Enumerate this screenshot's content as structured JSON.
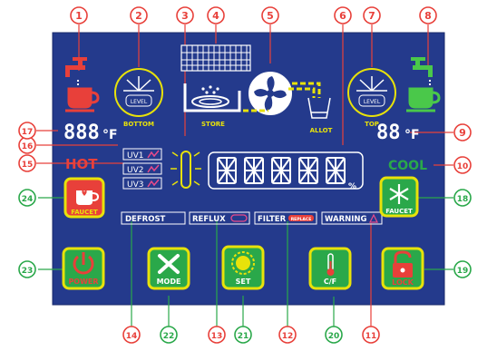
{
  "panel": {
    "bg": "#243a8c",
    "edge": "#1a2a6a"
  },
  "colors": {
    "red": "#e8403a",
    "green": "#2aa84a",
    "yellow": "#e8e20a",
    "white": "#ffffff",
    "pink": "#e84a8a"
  },
  "left_readout": {
    "digits": "888",
    "unit": "°F"
  },
  "right_readout": {
    "digits": "88",
    "unit": "°F"
  },
  "labels": {
    "bottom": "BOTTOM",
    "store": "STORE",
    "allot": "ALLOT",
    "top": "TOP",
    "level": "LEVEL",
    "hot": "HOT",
    "cool": "COOL",
    "uv1": "UV1",
    "uv2": "UV2",
    "uv3": "UV3",
    "defrost": "DEFROST",
    "reflux": "REFLUX",
    "filter": "FILTER",
    "filter_badge": "REPLACE",
    "warning": "WARNING",
    "percent": "%"
  },
  "buttons": {
    "hot_faucet": "FAUCET",
    "cool_faucet": "FAUCET",
    "power": "POWER",
    "mode": "MODE",
    "set": "SET",
    "cf": "C/F",
    "lock": "LOCK"
  },
  "icons": {
    "hot_faucet": "tap-red-icon",
    "hot_cup": "cup-red-icon",
    "cool_faucet": "tap-green-icon",
    "cool_cup": "cup-green-icon",
    "left_level": "level-gauge-icon",
    "right_level": "level-gauge-icon",
    "fan": "fan-icon",
    "tank": "tank-icon",
    "store": "store-pool-icon",
    "allot": "allot-cup-icon",
    "uv_lamp": "uv-lamp-icon"
  },
  "callouts": [
    "1",
    "2",
    "3",
    "4",
    "5",
    "6",
    "7",
    "8",
    "9",
    "10",
    "11",
    "12",
    "13",
    "14",
    "15",
    "16",
    "17",
    "18",
    "19",
    "20",
    "21",
    "22",
    "23",
    "24"
  ]
}
